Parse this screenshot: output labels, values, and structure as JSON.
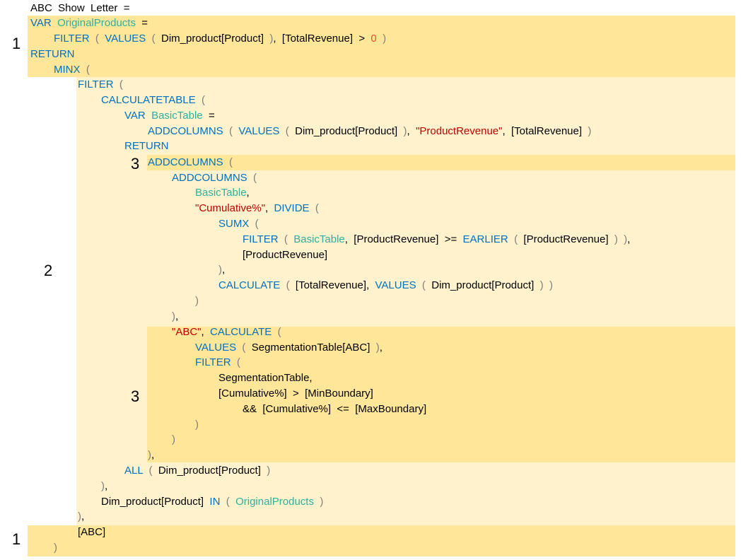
{
  "colors": {
    "keyword": "#0070c0",
    "variable": "#2eafa0",
    "string": "#c00000",
    "number": "#ff4b2b",
    "paren": "#7f7f7f",
    "highlight_dark": "#ffe699",
    "highlight_light": "#fff2cc"
  },
  "markers": [
    "1",
    "1",
    "2",
    "3",
    "3"
  ],
  "code_lines": [
    [
      {
        "t": "ABC  Show  Letter  =",
        "c": "plain"
      }
    ],
    [
      {
        "t": "VAR",
        "c": "kw"
      },
      {
        "t": "  ",
        "c": "plain"
      },
      {
        "t": "OriginalProducts",
        "c": "var"
      },
      {
        "t": "  =",
        "c": "plain"
      }
    ],
    [
      {
        "t": "FILTER",
        "c": "kw"
      },
      {
        "t": "  (  ",
        "c": "par"
      },
      {
        "t": "VALUES",
        "c": "kw"
      },
      {
        "t": "  (  ",
        "c": "par"
      },
      {
        "t": "Dim_product[Product]",
        "c": "plain"
      },
      {
        "t": "  )",
        "c": "par"
      },
      {
        "t": ",  [TotalRevenue]  >  ",
        "c": "plain"
      },
      {
        "t": "0",
        "c": "num"
      },
      {
        "t": "  )",
        "c": "par"
      }
    ],
    [
      {
        "t": "RETURN",
        "c": "kw"
      }
    ],
    [
      {
        "t": "MINX",
        "c": "kw"
      },
      {
        "t": "  (",
        "c": "par"
      }
    ],
    [
      {
        "t": "FILTER",
        "c": "kw"
      },
      {
        "t": "  (",
        "c": "par"
      }
    ],
    [
      {
        "t": "CALCULATETABLE",
        "c": "kw"
      },
      {
        "t": "  (",
        "c": "par"
      }
    ],
    [
      {
        "t": "VAR",
        "c": "kw"
      },
      {
        "t": "  ",
        "c": "plain"
      },
      {
        "t": "BasicTable",
        "c": "var"
      },
      {
        "t": "  =",
        "c": "plain"
      }
    ],
    [
      {
        "t": "ADDCOLUMNS",
        "c": "kw"
      },
      {
        "t": "  (  ",
        "c": "par"
      },
      {
        "t": "VALUES",
        "c": "kw"
      },
      {
        "t": "  (  ",
        "c": "par"
      },
      {
        "t": "Dim_product[Product]",
        "c": "plain"
      },
      {
        "t": "  )",
        "c": "par"
      },
      {
        "t": ",  ",
        "c": "plain"
      },
      {
        "t": "\"ProductRevenue\"",
        "c": "str"
      },
      {
        "t": ",  [TotalRevenue]",
        "c": "plain"
      },
      {
        "t": "  )",
        "c": "par"
      }
    ],
    [
      {
        "t": "RETURN",
        "c": "kw"
      }
    ],
    [
      {
        "t": "ADDCOLUMNS",
        "c": "kw"
      },
      {
        "t": "  (",
        "c": "par"
      }
    ],
    [
      {
        "t": "ADDCOLUMNS",
        "c": "kw"
      },
      {
        "t": "  (",
        "c": "par"
      }
    ],
    [
      {
        "t": "BasicTable",
        "c": "var"
      },
      {
        "t": ",",
        "c": "plain"
      }
    ],
    [
      {
        "t": "\"Cumulative%\"",
        "c": "str"
      },
      {
        "t": ",  ",
        "c": "plain"
      },
      {
        "t": "DIVIDE",
        "c": "kw"
      },
      {
        "t": "  (",
        "c": "par"
      }
    ],
    [
      {
        "t": "SUMX",
        "c": "kw"
      },
      {
        "t": "  (",
        "c": "par"
      }
    ],
    [
      {
        "t": "FILTER",
        "c": "kw"
      },
      {
        "t": "  (  ",
        "c": "par"
      },
      {
        "t": "BasicTable",
        "c": "var"
      },
      {
        "t": ",  [ProductRevenue]  >=  ",
        "c": "plain"
      },
      {
        "t": "EARLIER",
        "c": "kw"
      },
      {
        "t": "  (  ",
        "c": "par"
      },
      {
        "t": "[ProductRevenue]",
        "c": "plain"
      },
      {
        "t": "  )  )",
        "c": "par"
      },
      {
        "t": ",",
        "c": "plain"
      }
    ],
    [
      {
        "t": "[ProductRevenue]",
        "c": "plain"
      }
    ],
    [
      {
        "t": ")",
        "c": "par"
      },
      {
        "t": ",",
        "c": "plain"
      }
    ],
    [
      {
        "t": "CALCULATE",
        "c": "kw"
      },
      {
        "t": "  (  ",
        "c": "par"
      },
      {
        "t": "[TotalRevenue],  ",
        "c": "plain"
      },
      {
        "t": "VALUES",
        "c": "kw"
      },
      {
        "t": "  (  ",
        "c": "par"
      },
      {
        "t": "Dim_product[Product]",
        "c": "plain"
      },
      {
        "t": "  )  )",
        "c": "par"
      }
    ],
    [
      {
        "t": ")",
        "c": "par"
      }
    ],
    [
      {
        "t": ")",
        "c": "par"
      },
      {
        "t": ",",
        "c": "plain"
      }
    ],
    [
      {
        "t": "\"ABC\"",
        "c": "str"
      },
      {
        "t": ",  ",
        "c": "plain"
      },
      {
        "t": "CALCULATE",
        "c": "kw"
      },
      {
        "t": "  (",
        "c": "par"
      }
    ],
    [
      {
        "t": "VALUES",
        "c": "kw"
      },
      {
        "t": "  (  ",
        "c": "par"
      },
      {
        "t": "SegmentationTable[ABC]",
        "c": "plain"
      },
      {
        "t": "  )",
        "c": "par"
      },
      {
        "t": ",",
        "c": "plain"
      }
    ],
    [
      {
        "t": "FILTER",
        "c": "kw"
      },
      {
        "t": "  (",
        "c": "par"
      }
    ],
    [
      {
        "t": "SegmentationTable,",
        "c": "plain"
      }
    ],
    [
      {
        "t": "[Cumulative%]  >  [MinBoundary]",
        "c": "plain"
      }
    ],
    [
      {
        "t": "&&  [Cumulative%]  <=  [MaxBoundary]",
        "c": "plain"
      }
    ],
    [
      {
        "t": ")",
        "c": "par"
      }
    ],
    [
      {
        "t": ")",
        "c": "par"
      }
    ],
    [
      {
        "t": ")",
        "c": "par"
      },
      {
        "t": ",",
        "c": "plain"
      }
    ],
    [
      {
        "t": "ALL",
        "c": "kw"
      },
      {
        "t": "  (  ",
        "c": "par"
      },
      {
        "t": "Dim_product[Product]",
        "c": "plain"
      },
      {
        "t": "  )",
        "c": "par"
      }
    ],
    [
      {
        "t": ")",
        "c": "par"
      },
      {
        "t": ",",
        "c": "plain"
      }
    ],
    [
      {
        "t": "Dim_product[Product]",
        "c": "plain"
      },
      {
        "t": "  ",
        "c": "plain"
      },
      {
        "t": "IN",
        "c": "kw"
      },
      {
        "t": "  (  ",
        "c": "par"
      },
      {
        "t": "OriginalProducts",
        "c": "var"
      },
      {
        "t": "  )",
        "c": "par"
      }
    ],
    [
      {
        "t": ")",
        "c": "par"
      },
      {
        "t": ",",
        "c": "plain"
      }
    ],
    [
      {
        "t": "[ABC]",
        "c": "plain"
      }
    ],
    [
      {
        "t": ")",
        "c": "par"
      }
    ]
  ]
}
